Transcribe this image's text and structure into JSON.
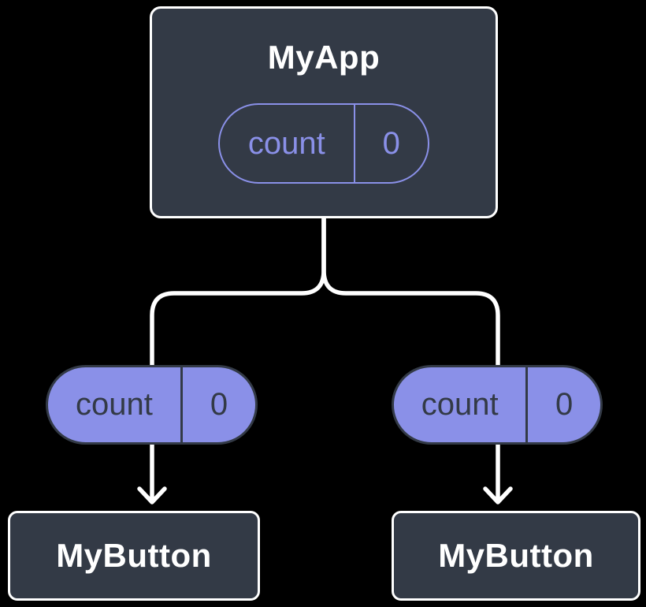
{
  "colors": {
    "background": "#000000",
    "box_fill": "#333a46",
    "box_border": "#ffffff",
    "accent": "#8a90e8",
    "dark_text": "#333a46",
    "white_text": "#ffffff",
    "wire": "#ffffff"
  },
  "diagram": {
    "root": {
      "label": "MyApp",
      "state": {
        "name": "count",
        "value": "0"
      }
    },
    "props": [
      {
        "name": "count",
        "value": "0"
      },
      {
        "name": "count",
        "value": "0"
      }
    ],
    "children": [
      {
        "label": "MyButton"
      },
      {
        "label": "MyButton"
      }
    ]
  }
}
